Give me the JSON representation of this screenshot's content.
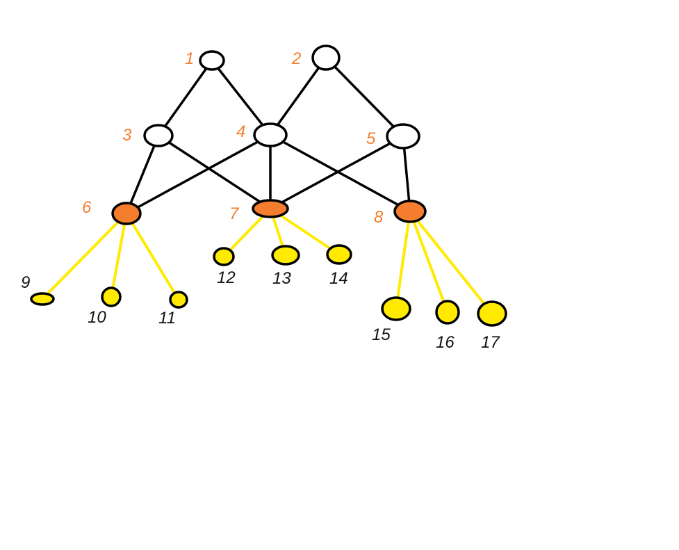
{
  "colors": {
    "background": "#ffffff",
    "edge_black": "#000000",
    "edge_yellow": "#ffea00",
    "node_white": "#ffffff",
    "node_orange": "#f47e2e",
    "node_yellow": "#ffea00",
    "label_orange": "#f47e2e",
    "label_black": "#111111"
  },
  "nodes": [
    {
      "id": "1",
      "label": "1",
      "fill": "white"
    },
    {
      "id": "2",
      "label": "2",
      "fill": "white"
    },
    {
      "id": "3",
      "label": "3",
      "fill": "white"
    },
    {
      "id": "4",
      "label": "4",
      "fill": "white"
    },
    {
      "id": "5",
      "label": "5",
      "fill": "white"
    },
    {
      "id": "6",
      "label": "6",
      "fill": "orange"
    },
    {
      "id": "7",
      "label": "7",
      "fill": "orange"
    },
    {
      "id": "8",
      "label": "8",
      "fill": "orange"
    },
    {
      "id": "9",
      "label": "9",
      "fill": "yellow"
    },
    {
      "id": "10",
      "label": "10",
      "fill": "yellow"
    },
    {
      "id": "11",
      "label": "11",
      "fill": "yellow"
    },
    {
      "id": "12",
      "label": "12",
      "fill": "yellow"
    },
    {
      "id": "13",
      "label": "13",
      "fill": "yellow"
    },
    {
      "id": "14",
      "label": "14",
      "fill": "yellow"
    },
    {
      "id": "15",
      "label": "15",
      "fill": "yellow"
    },
    {
      "id": "16",
      "label": "16",
      "fill": "yellow"
    },
    {
      "id": "17",
      "label": "17",
      "fill": "yellow"
    }
  ],
  "edges": [
    {
      "from": "1",
      "to": "3",
      "color": "black"
    },
    {
      "from": "1",
      "to": "4",
      "color": "black"
    },
    {
      "from": "2",
      "to": "4",
      "color": "black"
    },
    {
      "from": "2",
      "to": "5",
      "color": "black"
    },
    {
      "from": "3",
      "to": "6",
      "color": "black"
    },
    {
      "from": "3",
      "to": "7",
      "color": "black"
    },
    {
      "from": "4",
      "to": "6",
      "color": "black"
    },
    {
      "from": "4",
      "to": "7",
      "color": "black"
    },
    {
      "from": "4",
      "to": "8",
      "color": "black"
    },
    {
      "from": "5",
      "to": "7",
      "color": "black"
    },
    {
      "from": "5",
      "to": "8",
      "color": "black"
    },
    {
      "from": "6",
      "to": "9",
      "color": "yellow"
    },
    {
      "from": "6",
      "to": "10",
      "color": "yellow"
    },
    {
      "from": "6",
      "to": "11",
      "color": "yellow"
    },
    {
      "from": "7",
      "to": "12",
      "color": "yellow"
    },
    {
      "from": "7",
      "to": "13",
      "color": "yellow"
    },
    {
      "from": "7",
      "to": "14",
      "color": "yellow"
    },
    {
      "from": "8",
      "to": "15",
      "color": "yellow"
    },
    {
      "from": "8",
      "to": "16",
      "color": "yellow"
    },
    {
      "from": "8",
      "to": "17",
      "color": "yellow"
    }
  ]
}
